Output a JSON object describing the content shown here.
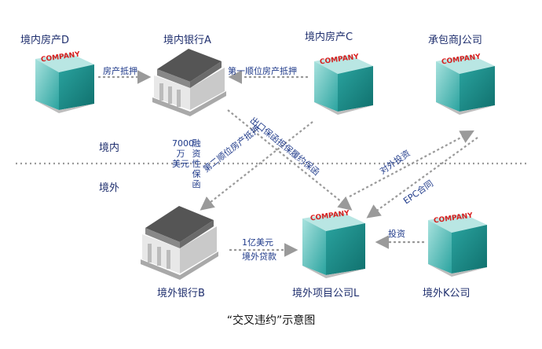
{
  "nodes": {
    "real_estate_d": "境内房产D",
    "bank_a": "境内银行A",
    "real_estate_c": "境内房产C",
    "contractor_j": "承包商J公司",
    "bank_b": "境外银行B",
    "project_l": "境外项目公司L",
    "company_k": "境外K公司"
  },
  "company_sign": "COMPANY",
  "edges": {
    "mortgage": "房产抵押",
    "first_mortgage": "第一顺位房产抵押",
    "second_mortgage": "第二顺位房产抵押",
    "export_credit": "出口保函担保履约保函",
    "standby_lc": [
      "7000",
      "万",
      "美元",
      "融",
      "资",
      "性",
      "保",
      "函"
    ],
    "outbound_invest": "对外投资",
    "epc_contract": "EPC合同",
    "invest": "投资",
    "loan_line1": "1亿美元",
    "loan_line2": "境外贷款"
  },
  "regions": {
    "domestic": "境内",
    "overseas": "境外"
  },
  "caption": "“交叉违约”示意图",
  "colors": {
    "glass_light": "#6ec6c4",
    "glass_dark": "#1f8f8c",
    "company_red": "#d81e1e",
    "arrow_gray": "#9a9a9a",
    "label_blue": "#1f2f6e"
  }
}
